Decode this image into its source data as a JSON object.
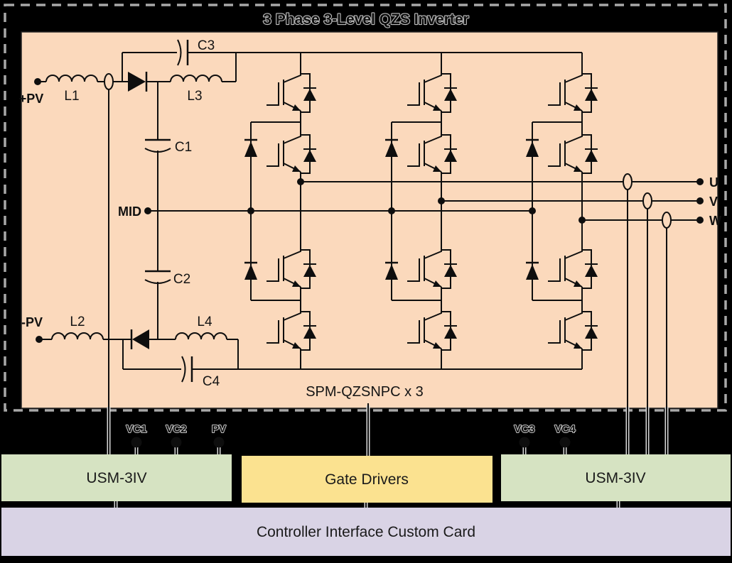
{
  "title": "3 Phase 3-Level QZS Inverter",
  "board": {
    "module_label": "SPM-QZSNPC x 3",
    "terminals": {
      "pv_plus": "+PV",
      "pv_minus": "-PV",
      "mid": "MID",
      "phase_u": "U",
      "phase_v": "V",
      "phase_w": "W"
    },
    "inductors": {
      "l1": "L1",
      "l2": "L2",
      "l3": "L3",
      "l4": "L4"
    },
    "capacitors": {
      "c1": "C1",
      "c2": "C2",
      "c3": "C3",
      "c4": "C4"
    }
  },
  "signals": {
    "vc1": "VC1",
    "vc2": "VC2",
    "pv": "PV",
    "vc3": "VC3",
    "vc4": "VC4"
  },
  "blocks": {
    "usm_left": "USM-3IV",
    "gate_drivers": "Gate Drivers",
    "usm_right": "USM-3IV",
    "controller": "Controller Interface Custom Card"
  },
  "colors": {
    "background": "#000000",
    "board": "#fbd9bc",
    "usm_block": "#d6e3c2",
    "gate_block": "#fbe290",
    "controller_block": "#d9d3e5",
    "dashed_border": "#a8a8a8",
    "line": "#0e0e0e",
    "glow": "#c8c8c8"
  }
}
